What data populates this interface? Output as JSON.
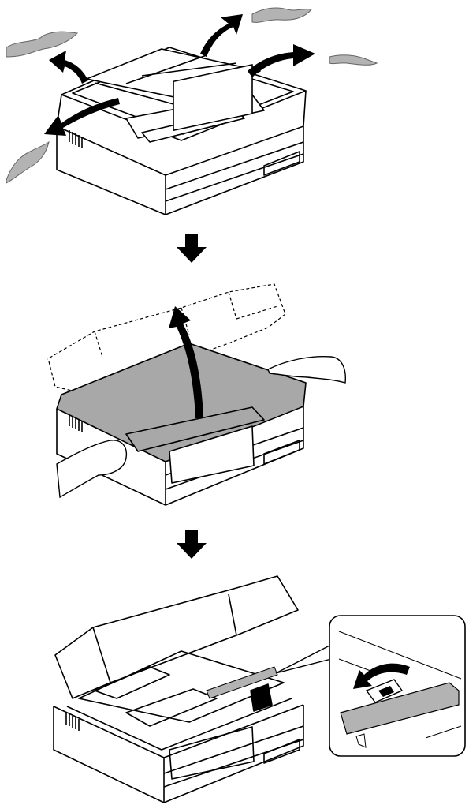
{
  "steps": [
    {
      "id": 1,
      "action": "remove-protective-tape"
    },
    {
      "id": 2,
      "action": "lift-scanner-unit"
    },
    {
      "id": 3,
      "action": "remove-tape-from-ink-cartridge-holder"
    }
  ],
  "colors": {
    "outline": "#000000",
    "tape": "#b3b3b3",
    "scanner_fill": "#a8a8a8",
    "background": "#ffffff"
  },
  "icons": [
    "down-arrow-icon",
    "curved-arrow-icon",
    "hand-icon",
    "magnifier-callout"
  ]
}
